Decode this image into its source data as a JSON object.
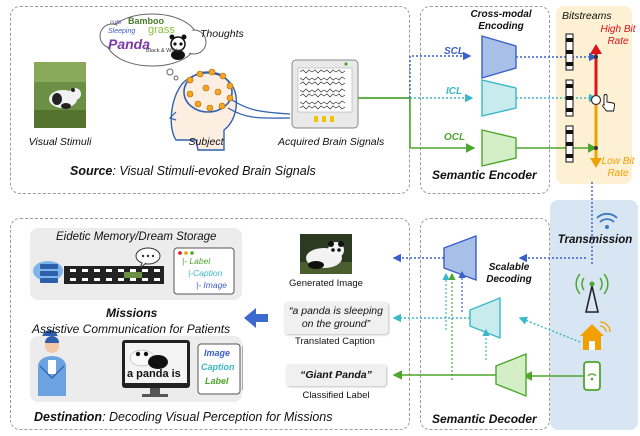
{
  "source": {
    "thoughts_label": "Thoughts",
    "cloud_words": [
      "cute",
      "Bamboo",
      "Sleeping",
      "grass",
      "Panda",
      "Black & White"
    ],
    "visual_stimuli_label": "Visual Stimuli",
    "subject_label": "Subject",
    "signals_label": "Acquired Brain Signals",
    "title_bold": "Source",
    "title_rest": ": Visual Stimuli-evoked Brain Signals"
  },
  "encoder": {
    "top_label": "Cross-modal Encoding",
    "scl": "SCL",
    "icl": "ICL",
    "ocl": "OCL",
    "title": "Semantic Encoder"
  },
  "bitstreams": {
    "title": "Bitstreams",
    "high": "High Bit Rate",
    "low": "Low Bit Rate"
  },
  "transmission": {
    "title": "Transmission"
  },
  "decoder": {
    "scalable": "Scalable Decoding",
    "title": "Semantic Decoder"
  },
  "destination": {
    "memory_title": "Eidetic Memory/Dream Storage",
    "memory_list": [
      "Label",
      "Caption",
      "Image"
    ],
    "missions": "Missions",
    "assist_title": "Assistive Communication for Patients",
    "screen_text": "a panda is",
    "assist_list": [
      "Image",
      "Caption",
      "Label"
    ],
    "generated_image_label": "Generated Image",
    "caption_text": "“a panda is sleeping on the ground”",
    "caption_label": "Translated Caption",
    "label_text": "“Giant Panda”",
    "label_label": "Classified Label",
    "title_bold": "Destination",
    "title_rest": ": Decoding Visual Perception for Missions"
  },
  "colors": {
    "scl": "#3a5fc8",
    "icl": "#3ab8c8",
    "ocl": "#4ea62e",
    "accent_red": "#e0121a",
    "accent_orange": "#f0a000",
    "bitbox": "#fdf0d3",
    "transbox": "#d8e6f4"
  }
}
